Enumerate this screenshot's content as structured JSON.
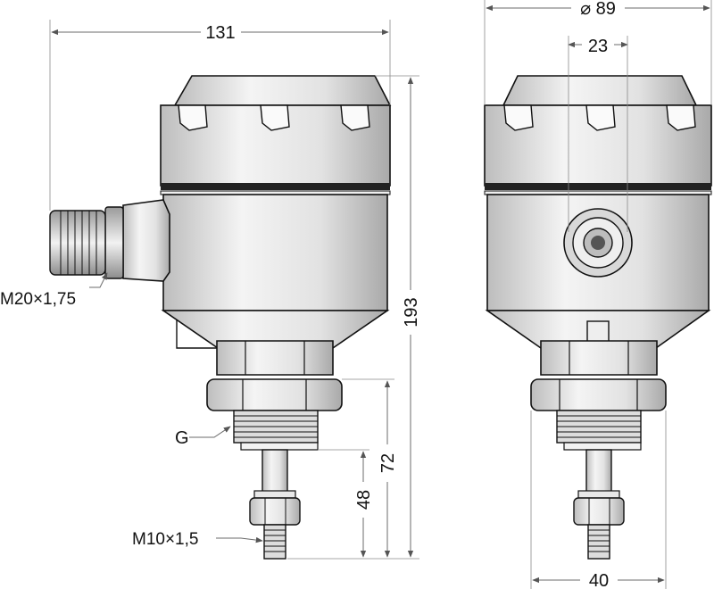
{
  "dimensions": {
    "width_overall": "131",
    "diameter_housing": "⌀ 89",
    "cable_gland_spacing": "23",
    "height_total": "193",
    "height_process": "72",
    "height_probe": "48",
    "width_base": "40"
  },
  "thread_labels": {
    "cable_gland": "M20×1,75",
    "process_connection": "G",
    "probe_tip": "M10×1,5"
  },
  "colors": {
    "outline": "#111111",
    "body": "#ededed",
    "dimension_line": "#6b6b6b"
  }
}
